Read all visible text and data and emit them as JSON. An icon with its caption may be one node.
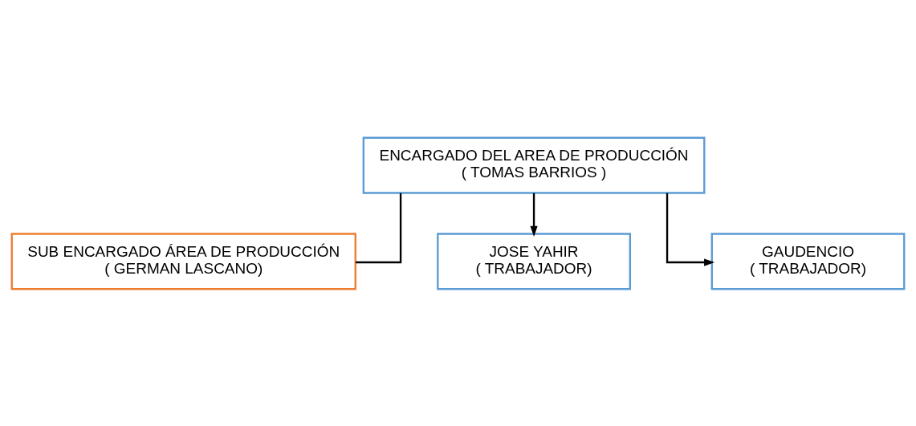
{
  "diagram": {
    "nodes": [
      {
        "text": [
          "ENCARGADO DEL AREA DE PRODUCCIÓN",
          "( TOMAS BARRIOS )"
        ]
      },
      {
        "text": [
          "SUB ENCARGADO ÁREA DE PRODUCCIÓN",
          "( GERMAN LASCANO)"
        ]
      },
      {
        "text": [
          "JOSE YAHIR",
          "( TRABAJADOR)"
        ]
      },
      {
        "text": [
          "GAUDENCIO",
          "( TRABAJADOR)"
        ]
      }
    ],
    "edges": [
      {
        "from": 0,
        "to": 1,
        "arrow": "none"
      },
      {
        "from": 0,
        "to": 2,
        "arrow": "to"
      },
      {
        "from": 0,
        "to": 3,
        "arrow": "to"
      }
    ]
  }
}
